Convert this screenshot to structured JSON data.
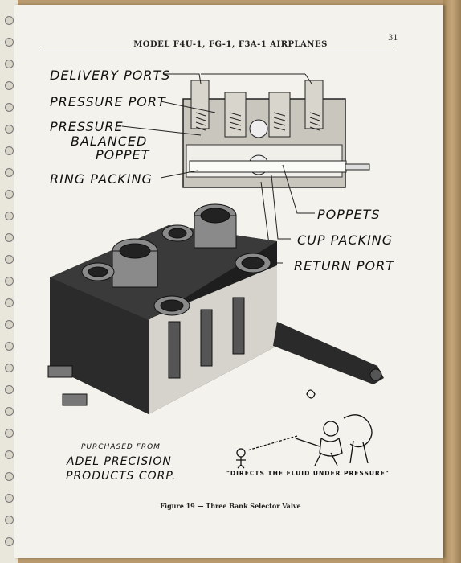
{
  "header": {
    "title": "MODEL F4U-1, FG-1, F3A-1 AIRPLANES",
    "page_number": "31"
  },
  "labels": {
    "delivery_ports": "DELIVERY PORTS",
    "pressure_port": "PRESSURE PORT",
    "pressure_line1": "PRESSURE",
    "pressure_line2": "BALANCED",
    "pressure_line3": "POPPET",
    "ring_packing": "RING PACKING",
    "poppets": "POPPETS",
    "cup_packing": "CUP PACKING",
    "return_port": "RETURN PORT"
  },
  "credit": {
    "line1": "PURCHASED FROM",
    "line2": "ADEL PRECISION",
    "line3": "PRODUCTS CORP."
  },
  "cartoon_caption": "\"DIRECTS THE FLUID UNDER PRESSURE\"",
  "figure_caption": "Figure 19 — Three Bank Selector Valve"
}
